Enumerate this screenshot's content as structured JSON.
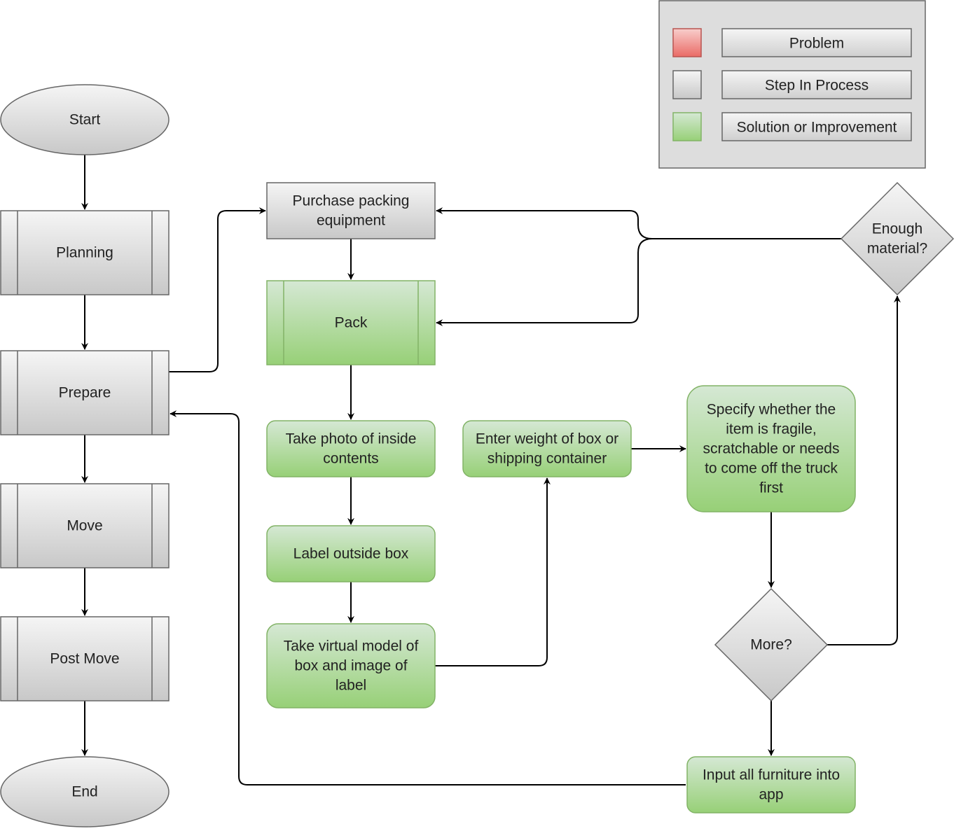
{
  "colors": {
    "gray_fill_top": "#f5f5f5",
    "gray_fill_bottom": "#c8c8c8",
    "gray_stroke": "#666666",
    "green_fill_top": "#d5e8d4",
    "green_fill_bottom": "#97d077",
    "green_stroke": "#82b366",
    "red_fill_top": "#f8cecc",
    "red_fill_bottom": "#ea6b66",
    "red_stroke": "#b85450",
    "legend_background": "#dddddd"
  },
  "legend": {
    "items": [
      {
        "label": "Problem",
        "swatch": "red"
      },
      {
        "label": "Step In Process",
        "swatch": "gray"
      },
      {
        "label": "Solution or Improvement",
        "swatch": "green"
      }
    ]
  },
  "nodes": {
    "start": {
      "lines": [
        "Start"
      ]
    },
    "planning": {
      "lines": [
        "Planning"
      ]
    },
    "prepare": {
      "lines": [
        "Prepare"
      ]
    },
    "move": {
      "lines": [
        "Move"
      ]
    },
    "post_move": {
      "lines": [
        "Post Move"
      ]
    },
    "end": {
      "lines": [
        "End"
      ]
    },
    "purchase": {
      "lines": [
        "Purchase packing",
        "equipment"
      ]
    },
    "pack": {
      "lines": [
        "Pack"
      ]
    },
    "take_photo": {
      "lines": [
        "Take photo of inside",
        "contents"
      ]
    },
    "label_box": {
      "lines": [
        "Label outside box"
      ]
    },
    "virtual_model": {
      "lines": [
        "Take virtual model of",
        "box and image of",
        "label"
      ]
    },
    "enter_weight": {
      "lines": [
        "Enter weight of box or",
        "shipping container"
      ]
    },
    "specify": {
      "lines": [
        "Specify whether the",
        "item is fragile,",
        "scratchable or needs",
        "to come off the truck",
        "first"
      ]
    },
    "enough_material": {
      "lines": [
        "Enough",
        "material?"
      ]
    },
    "more": {
      "lines": [
        "More?"
      ]
    },
    "input_furniture": {
      "lines": [
        "Input all furniture into",
        "app"
      ]
    }
  }
}
